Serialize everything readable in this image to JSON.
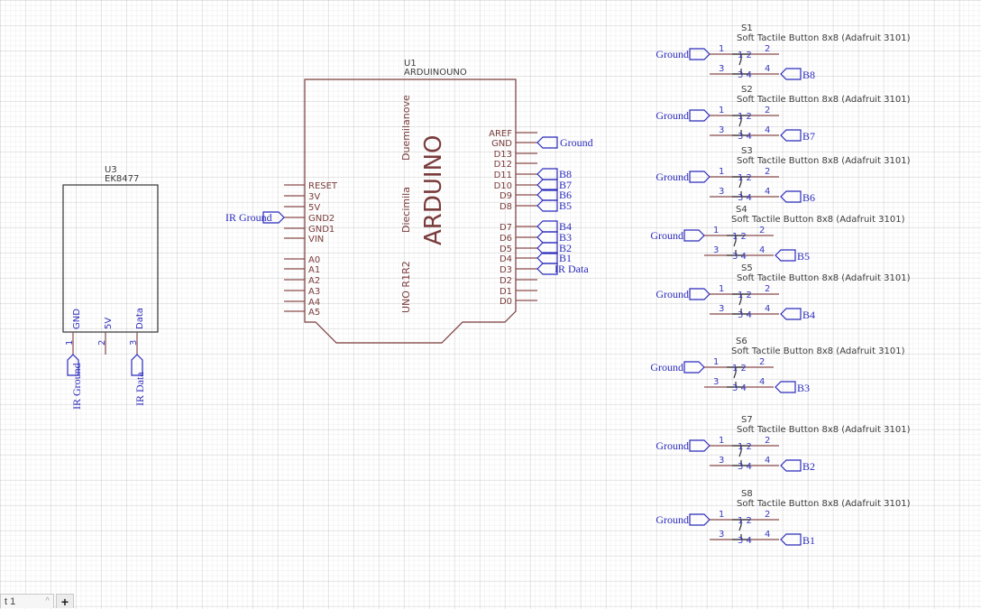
{
  "colors": {
    "component_body": "#7a3b3b",
    "net_label": "#2b2bbd",
    "part_text": "#3c3c3c",
    "grid": "#ececec"
  },
  "u3": {
    "ref": "U3",
    "value": "EK8477",
    "pins": [
      {
        "num": "1",
        "name": "GND",
        "net": "IR Ground"
      },
      {
        "num": "2",
        "name": "5V",
        "net": ""
      },
      {
        "num": "3",
        "name": "Data",
        "net": "IR Data"
      }
    ]
  },
  "u1": {
    "ref": "U1",
    "value": "ARDUINOUNO",
    "title": "ARDUINO",
    "side_texts": [
      "Duemilanove",
      "Diecimila",
      "UNO R1R2"
    ],
    "left_pins": [
      {
        "name": "RESET",
        "net": ""
      },
      {
        "name": "3V",
        "net": ""
      },
      {
        "name": "5V",
        "net": ""
      },
      {
        "name": "GND2",
        "net": "IR Ground"
      },
      {
        "name": "GND1",
        "net": ""
      },
      {
        "name": "VIN",
        "net": ""
      },
      {
        "name": "A0",
        "net": ""
      },
      {
        "name": "A1",
        "net": ""
      },
      {
        "name": "A2",
        "net": ""
      },
      {
        "name": "A3",
        "net": ""
      },
      {
        "name": "A4",
        "net": ""
      },
      {
        "name": "A5",
        "net": ""
      }
    ],
    "right_pins": [
      {
        "name": "AREF",
        "net": ""
      },
      {
        "name": "GND",
        "net": "Ground"
      },
      {
        "name": "D13",
        "net": ""
      },
      {
        "name": "D12",
        "net": ""
      },
      {
        "name": "D11",
        "net": "B8"
      },
      {
        "name": "D10",
        "net": "B7"
      },
      {
        "name": "D9",
        "net": "B6"
      },
      {
        "name": "D8",
        "net": "B5"
      },
      {
        "name": "D7",
        "net": "B4"
      },
      {
        "name": "D6",
        "net": "B3"
      },
      {
        "name": "D5",
        "net": "B2"
      },
      {
        "name": "D4",
        "net": "B1"
      },
      {
        "name": "D3",
        "net": "IR Data"
      },
      {
        "name": "D2",
        "net": ""
      },
      {
        "name": "D1",
        "net": ""
      },
      {
        "name": "D0",
        "net": ""
      }
    ]
  },
  "switches": [
    {
      "ref": "S1",
      "value": "Soft Tactile Button 8x8 (Adafruit 3101)",
      "in_net": "Ground",
      "out_net": "B8",
      "pins": [
        "1",
        "2",
        "3",
        "4"
      ],
      "inner_top": "1 2",
      "inner_bottom": "3 4"
    },
    {
      "ref": "S2",
      "value": "Soft Tactile Button 8x8 (Adafruit 3101)",
      "in_net": "Ground",
      "out_net": "B7",
      "pins": [
        "1",
        "2",
        "3",
        "4"
      ],
      "inner_top": "1 2",
      "inner_bottom": "3 4"
    },
    {
      "ref": "S3",
      "value": "Soft Tactile Button 8x8 (Adafruit 3101)",
      "in_net": "Ground",
      "out_net": "B6",
      "pins": [
        "1",
        "2",
        "3",
        "4"
      ],
      "inner_top": "1 2",
      "inner_bottom": "3 4"
    },
    {
      "ref": "S4",
      "value": "Soft Tactile Button 8x8 (Adafruit 3101)",
      "in_net": "Ground",
      "out_net": "B5",
      "pins": [
        "1",
        "2",
        "3",
        "4"
      ],
      "inner_top": "1 2",
      "inner_bottom": "3 4"
    },
    {
      "ref": "S5",
      "value": "Soft Tactile Button 8x8 (Adafruit 3101)",
      "in_net": "Ground",
      "out_net": "B4",
      "pins": [
        "1",
        "2",
        "3",
        "4"
      ],
      "inner_top": "1 2",
      "inner_bottom": "3 4"
    },
    {
      "ref": "S6",
      "value": "Soft Tactile Button 8x8 (Adafruit 3101)",
      "in_net": "Ground",
      "out_net": "B3",
      "pins": [
        "1",
        "2",
        "3",
        "4"
      ],
      "inner_top": "1 2",
      "inner_bottom": "3 4"
    },
    {
      "ref": "S7",
      "value": "Soft Tactile Button 8x8 (Adafruit 3101)",
      "in_net": "Ground",
      "out_net": "B2",
      "pins": [
        "1",
        "2",
        "3",
        "4"
      ],
      "inner_top": "1 2",
      "inner_bottom": "3 4"
    },
    {
      "ref": "S8",
      "value": "Soft Tactile Button 8x8 (Adafruit 3101)",
      "in_net": "Ground",
      "out_net": "B1",
      "pins": [
        "1",
        "2",
        "3",
        "4"
      ],
      "inner_top": "1 2",
      "inner_bottom": "3 4"
    }
  ],
  "statusbar": {
    "sheet_tab": "1",
    "sheet_tab_prefix": "t",
    "add_sheet_icon": "+",
    "chevron_icon": "^"
  }
}
